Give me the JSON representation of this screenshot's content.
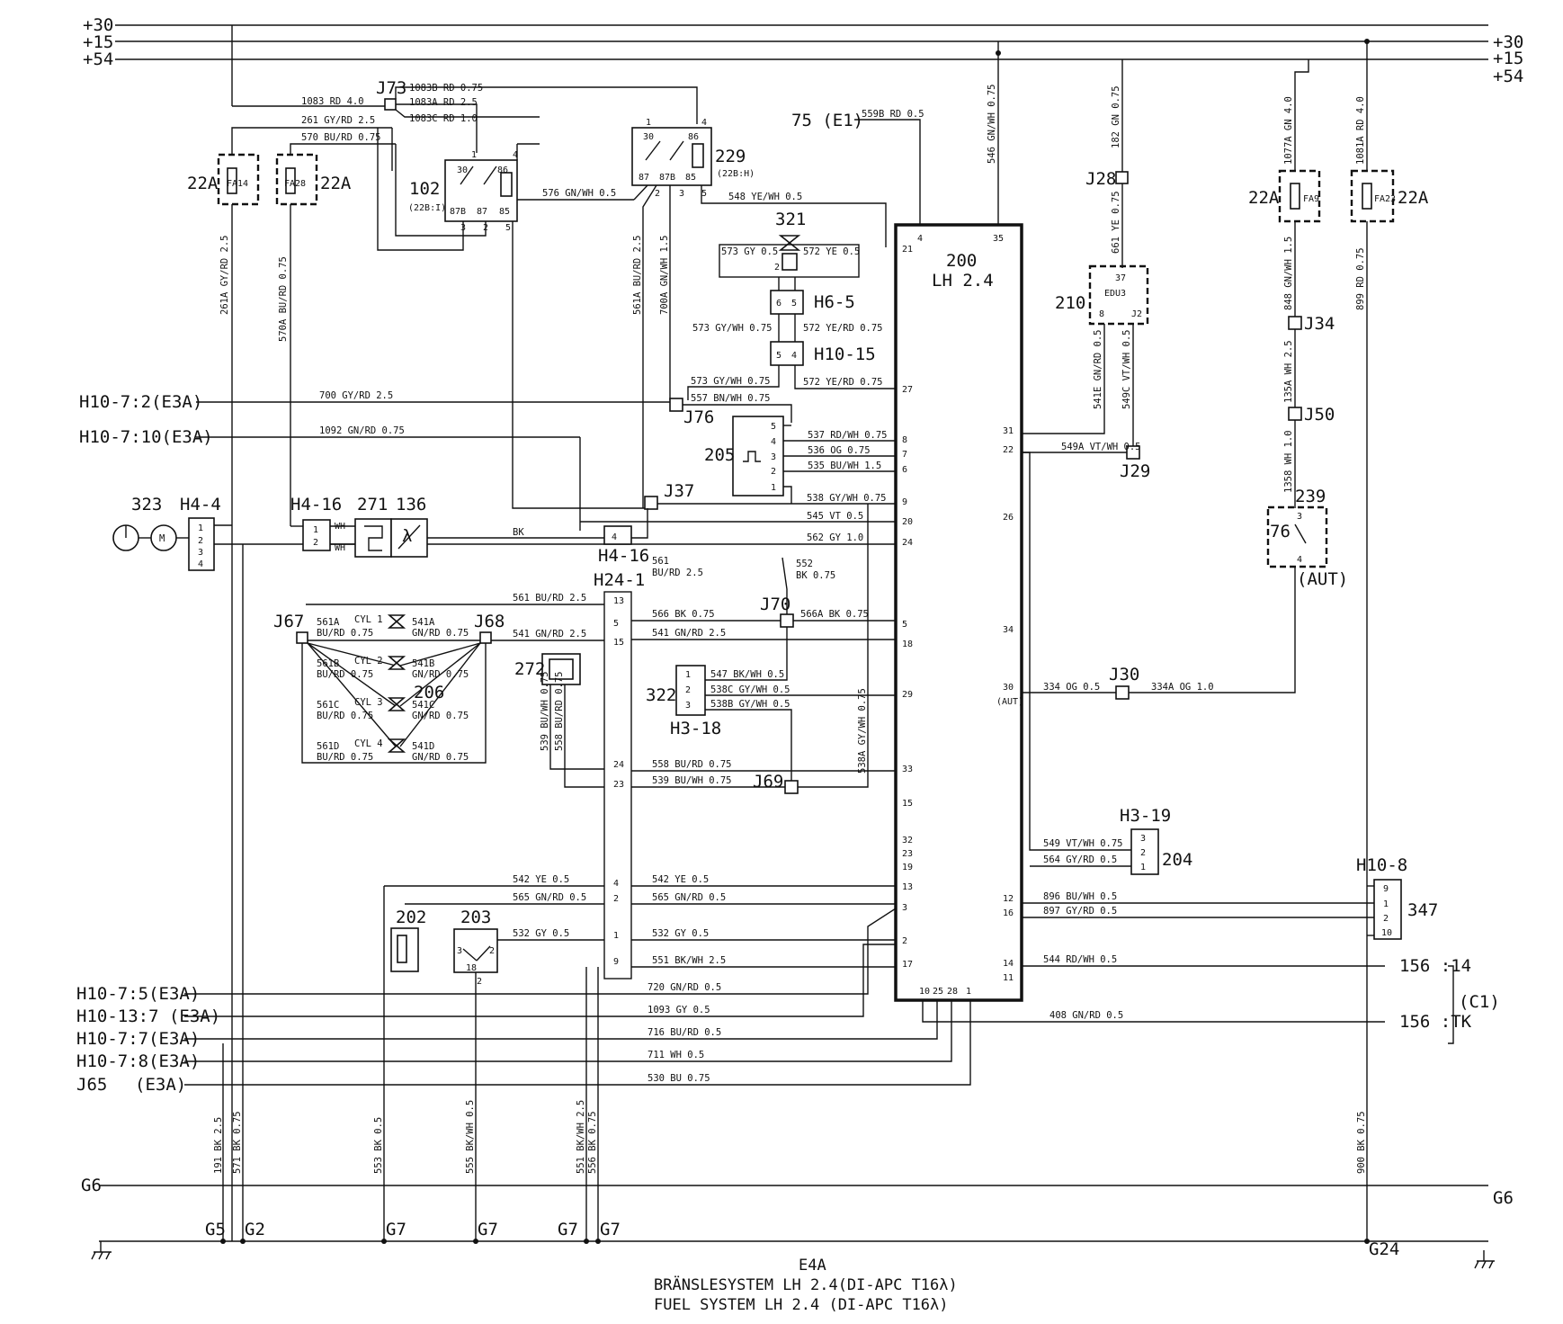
{
  "rails": {
    "p30": "+30",
    "p15": "+15",
    "p54": "+54",
    "ground_left": "G6",
    "ground_right": "G6"
  },
  "grounds": [
    "G5",
    "G2",
    "G7",
    "G7",
    "G7",
    "G7",
    "G24"
  ],
  "components": {
    "ecu": {
      "num": "200",
      "name": "LH 2.4"
    },
    "edu": {
      "num": "210",
      "name": "EDU3"
    },
    "relay102": {
      "num": "102",
      "sub": "(22B:I)"
    },
    "relay229": {
      "num": "229",
      "sub": "(22B:H)"
    },
    "fuses": [
      {
        "rating": "22A",
        "name": "FA14"
      },
      {
        "rating": "22A",
        "name": "FA28"
      },
      {
        "rating": "22A",
        "name": "FA9"
      },
      {
        "rating": "22A",
        "name": "FA23"
      }
    ],
    "c321": "321",
    "c205": "205",
    "c206": "206",
    "c272": "272",
    "c322": "322",
    "c202": "202",
    "c203": "203",
    "c204": "204",
    "c347": "347",
    "c323": "323",
    "c271": "271",
    "c136": "136",
    "c239": "239",
    "c76": "76",
    "aut": "(AUT)",
    "aut_small": "(AUT)",
    "e1": "75 (E1)",
    "m": "M"
  },
  "connectors": {
    "h4_4": "H4-4",
    "h4_16a": "H4-16",
    "h4_16b": "H4-16",
    "h6_5": "H6-5",
    "h10_15": "H10-15",
    "h24_1": "H24-1",
    "h3_18": "H3-18",
    "h3_19": "H3-19",
    "h10_8": "H10-8"
  },
  "junctions": {
    "j73": "J73",
    "j76": "J76",
    "j37": "J37",
    "j67": "J67",
    "j68": "J68",
    "j70": "J70",
    "j69": "J69",
    "j28": "J28",
    "j34": "J34",
    "j50": "J50",
    "j29": "J29",
    "j30": "J30"
  },
  "external": {
    "e1": "H10-7:2(E3A)",
    "e2": "H10-7:10(E3A)",
    "e3": "H10-7:5(E3A)",
    "e4": "H10-13:7 (E3A)",
    "e5": "H10-7:7(E3A)",
    "e6": "H10-7:8(E3A)",
    "e7": "J65",
    "e7b": "(E3A)",
    "c156a": "156 :14",
    "c156b": "156 :TK",
    "c1": "(C1)"
  },
  "cyl": [
    "CYL 1",
    "CYL 2",
    "CYL 3",
    "CYL 4"
  ],
  "wires": {
    "w1083": "1083 RD 4.0",
    "w1083b": "1083B RD 0.75",
    "w1083a": "1083A RD 2.5",
    "w1083c": "1083C RD 1.0",
    "w261": "261 GY/RD 2.5",
    "w570": "570 BU/RD 0.75",
    "w559b": "559B RD 0.5",
    "w576": "576 GN/WH 0.5",
    "w548": "548 YE/WH 0.5",
    "w546": "546 GN/WH 0.75",
    "w182": "182 GN 0.75",
    "w1077a": "1077A GN 4.0",
    "w1081a": "1081A RD 4.0",
    "w261a": "261A GY/RD 2.5",
    "w570a": "570A BU/RD 0.75",
    "w561a": "561A BU/RD 2.5",
    "w700a": "700A GN/WH 1.5",
    "w573": "573 GY 0.5",
    "w572": "572 YE 0.5",
    "w573gw": "573 GY/WH 0.75",
    "w572yr": "572 YE/RD 0.75",
    "w573gw2": "573 GY/WH 0.75",
    "w572yr2": "572 YE/RD 0.75",
    "w557": "557 BN/WH 0.75",
    "w700": "700 GY/RD 2.5",
    "w1092": "1092 GN/RD 0.75",
    "w537": "537 RD/WH 0.75",
    "w536": "536 OG 0.75",
    "w535": "535 BU/WH 1.5",
    "w538": "538 GY/WH 0.75",
    "w545": "545 VT 0.5",
    "w562": "562 GY 1.0",
    "wbk": "BK",
    "w561": "561",
    "w561b": "BU/RD 2.5",
    "w552": "552",
    "w552b": "BK 0.75",
    "w561bu": "561 BU/RD 2.5",
    "w541": "541 GN/RD 2.5",
    "w566": "566 BK 0.75",
    "w566a": "566A BK 0.75",
    "w541r": "541 GN/RD 2.5",
    "w561A": "561A",
    "w561Ab": "BU/RD 0.75",
    "w541A": "541A",
    "w541Ab": "GN/RD 0.75",
    "w561B": "561B",
    "w561Bb": "BU/RD 0.75",
    "w541B": "541B",
    "w541Bb": "GN/RD 0.75",
    "w561C": "561C",
    "w561Cb": "BU/RD 0.75",
    "w541C": "541C",
    "w541Cb": "GN/RD 0.75",
    "w561D": "561D",
    "w561Db": "BU/RD 0.75",
    "w541D": "541D",
    "w541Db": "GN/RD 0.75",
    "w547": "547 BK/WH 0.5",
    "w538c": "538C GY/WH 0.5",
    "w538b": "538B GY/WH 0.5",
    "w539bu": "539 BU/WH 0.75",
    "w558bu": "558 BU/RD 0.75",
    "w558": "558 BU/RD 0.75",
    "w539": "539 BU/WH 0.75",
    "w538a": "538A GY/WH 0.75",
    "w542a": "542 YE 0.5",
    "w542b": "542 YE 0.5",
    "w565a": "565 GN/RD 0.5",
    "w565b": "565 GN/RD 0.5",
    "w532a": "532 GY 0.5",
    "w532b": "532 GY 0.5",
    "w551": "551 BK/WH 2.5",
    "w720": "720 GN/RD 0.5",
    "w1093": "1093 GY 0.5",
    "w716": "716 BU/RD 0.5",
    "w711": "711 WH 0.5",
    "w530": "530 BU 0.75",
    "w408": "408 GN/RD 0.5",
    "w191": "191 BK 2.5",
    "w571": "571 BK 0.75",
    "w553": "553 BK 0.5",
    "w555": "555 BK/WH 0.5",
    "w551v": "551 BK/WH 2.5",
    "w556": "556 BK 0.75",
    "w900": "900 BK 0.75",
    "w661": "661 YE 0.75",
    "w541e": "541E GN/RD 0.5",
    "w549c": "549C VT/WH 0.5",
    "w549a": "549A VT/WH 0.5",
    "w549": "549 VT/WH 0.75",
    "w564": "564 GY/RD 0.5",
    "w896": "896 BU/WH 0.5",
    "w897": "897 GY/RD 0.5",
    "w544": "544 RD/WH 0.5",
    "w334": "334 OG 0.5",
    "w334a": "334A OG 1.0",
    "w848": "848 GN/WH 1.5",
    "w899": "899 RD 0.75",
    "w135a": "135A WH 2.5",
    "w1358": "1358 WH 1.0"
  },
  "ecu_pins": {
    "left": [
      "21",
      "27",
      "8",
      "7",
      "6",
      "9",
      "20",
      "24",
      "5",
      "18",
      "29",
      "33",
      "15",
      "32",
      "23",
      "19",
      "13",
      "3",
      "2",
      "17"
    ],
    "right": [
      "31",
      "22",
      "26",
      "34",
      "30",
      "12",
      "16",
      "14",
      "11"
    ],
    "top": [
      "4",
      "35"
    ],
    "bottom": [
      "10",
      "25",
      "28",
      "1"
    ]
  },
  "title": {
    "code": "E4A",
    "swedish": "BRÄNSLESYSTEM LH 2.4(DI-APC T16λ)",
    "english": "FUEL SYSTEM LH 2.4 (DI-APC T16λ)"
  }
}
